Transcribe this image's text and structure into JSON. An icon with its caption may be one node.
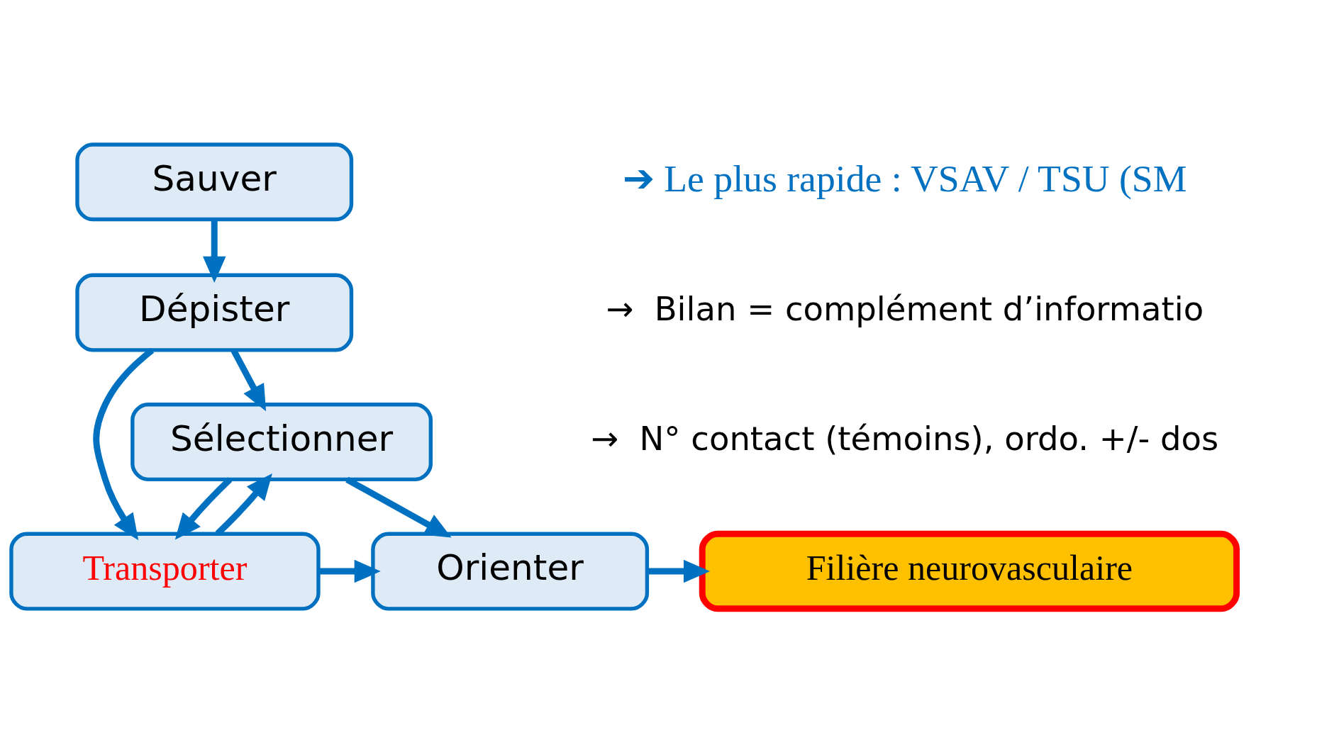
{
  "diagram": {
    "nodes": [
      {
        "text": [
          "Sauver"
        ]
      },
      {
        "text": [
          "Dépister"
        ]
      },
      {
        "text": [
          "Sélectionner"
        ]
      },
      {
        "text": [
          "Transporter"
        ]
      },
      {
        "text": [
          "Orienter"
        ]
      },
      {
        "text": [
          "Filière neurovasculaire"
        ]
      }
    ],
    "edges": [
      {
        "from": 0,
        "to": 1,
        "arrow": "to"
      },
      {
        "from": 1,
        "to": 3,
        "arrow": "to"
      },
      {
        "from": 1,
        "to": 2,
        "arrow": "to"
      },
      {
        "from": 2,
        "to": 3,
        "arrow": "to"
      },
      {
        "from": 3,
        "to": 2,
        "arrow": "to"
      },
      {
        "from": 2,
        "to": 4,
        "arrow": "to"
      },
      {
        "from": 3,
        "to": 4,
        "arrow": "to"
      },
      {
        "from": 4,
        "to": 5,
        "arrow": "to"
      }
    ],
    "labels": [
      "➔ Le plus rapide : VSAV / TSU (SM",
      "→  Bilan = complément d’informatio",
      "→  N° contact (témoins), ordo. +/- dos"
    ]
  }
}
